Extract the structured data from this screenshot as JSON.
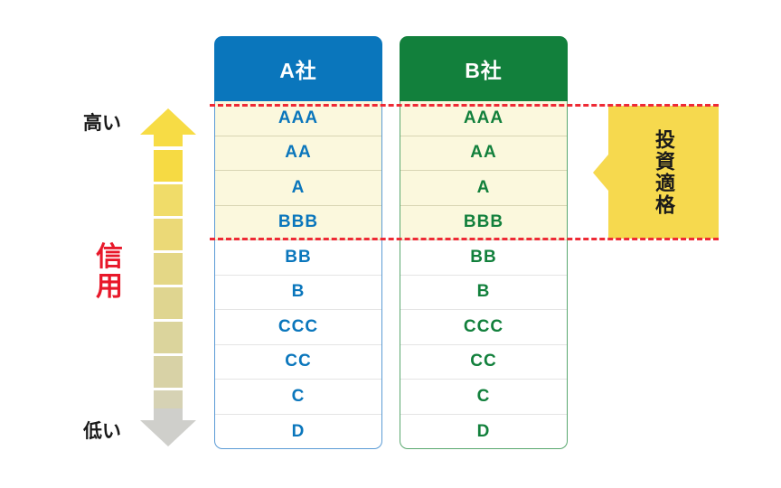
{
  "scale": {
    "high_label": "高い",
    "low_label": "低い",
    "credit_label": "信用",
    "arrow_top_color": "#f7dc45",
    "arrow_bottom_color": "#cfcfcb",
    "credit_label_color": "#e8182a"
  },
  "columns": [
    {
      "id": "a",
      "header": "A社",
      "header_color": "#0a76bc",
      "text_color": "#0a76bc",
      "ratings": [
        "AAA",
        "AA",
        "A",
        "BBB",
        "BB",
        "B",
        "CCC",
        "CC",
        "C",
        "D"
      ]
    },
    {
      "id": "b",
      "header": "B社",
      "header_color": "#12803c",
      "text_color": "#12803c",
      "ratings": [
        "AAA",
        "AA",
        "A",
        "BBB",
        "BB",
        "B",
        "CCC",
        "CC",
        "C",
        "D"
      ]
    }
  ],
  "investment_grade": {
    "label": "投資適格",
    "box_color": "#f6d94e",
    "divider_color": "#ee2a35",
    "highlight_row_color": "#fbf8dd",
    "covers_ratings": [
      "AAA",
      "AA",
      "A",
      "BBB"
    ]
  }
}
